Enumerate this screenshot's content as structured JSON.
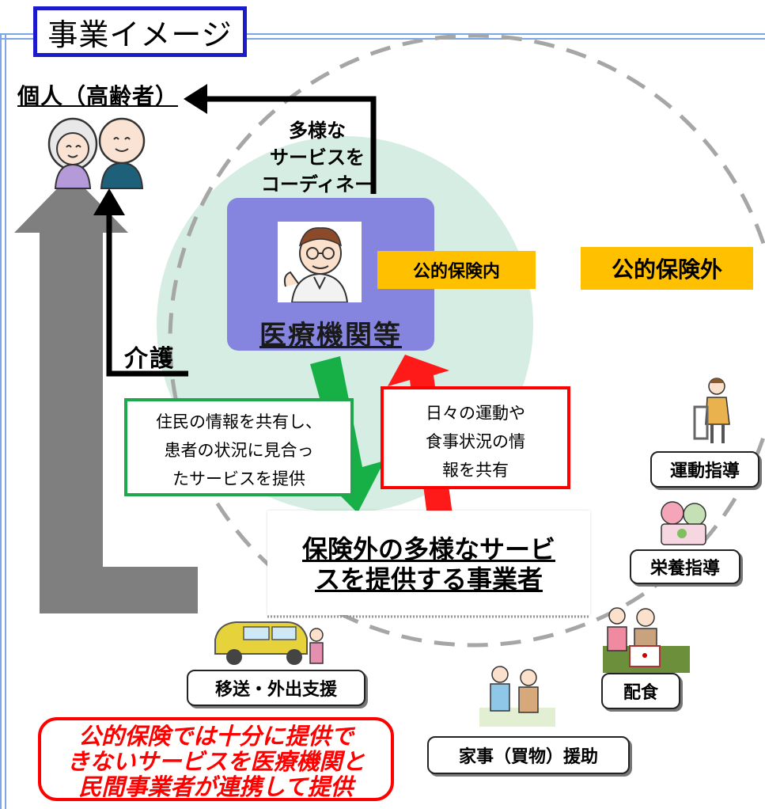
{
  "title": "事業イメージ",
  "person": {
    "label": "個人（高齢者）"
  },
  "coordinate": {
    "lines": [
      "多様な",
      "サービスを",
      "コーディネート"
    ]
  },
  "care": "介護",
  "org": {
    "label": "医療機関等"
  },
  "insurance": {
    "inside": "公的保険内",
    "outside": "公的保険外"
  },
  "green_box": {
    "lines": [
      "住民の情報を共有し、",
      "患者の状況に見合っ",
      "たサービスを提供"
    ]
  },
  "red_box": {
    "lines": [
      "日々の運動や",
      "食事状況の情",
      "報を共有"
    ]
  },
  "provider": {
    "lines": [
      "保険外の多様なサービ",
      "スを提供する事業者"
    ]
  },
  "services": {
    "exercise": "運動指導",
    "nutrition": "栄養指導",
    "meal": "配食",
    "housework": "家事（買物）援助",
    "transport": "移送・外出支援"
  },
  "note": {
    "lines": [
      "公的保険では十分に提供で",
      "きないサービスを医療機関と",
      "民間事業者が連携して提供"
    ]
  },
  "colors": {
    "frame": "#7ea7e6",
    "title_border": "#1b1bcc",
    "org_box": "#8585e0",
    "circle": "#d5ede2",
    "insurance_label": "#ffc000",
    "green": "#1ea84b",
    "red": "#ff0000",
    "big_arrow": "#7f7f7f"
  }
}
